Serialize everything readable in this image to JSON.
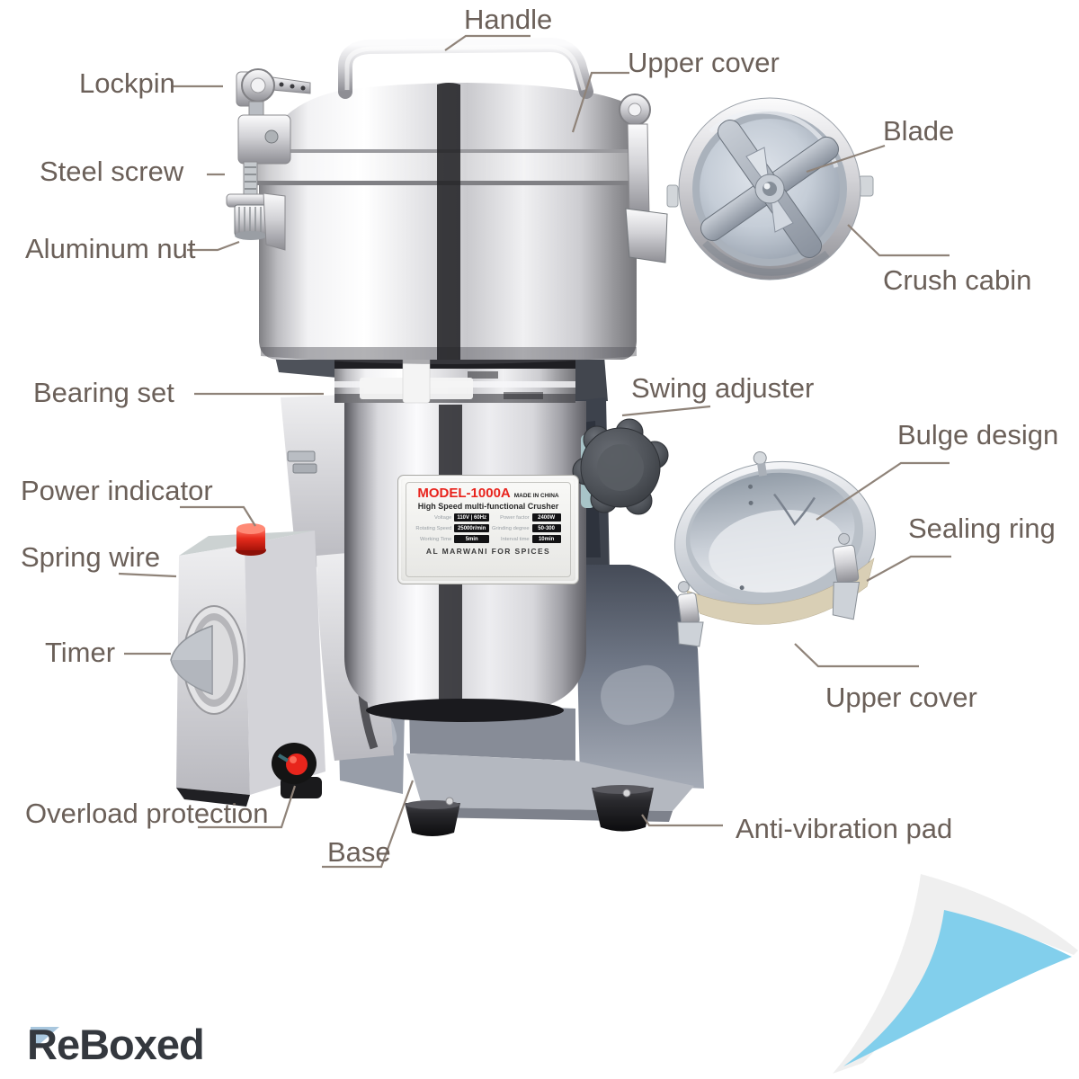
{
  "brand": {
    "logo_text": "ReBoxed"
  },
  "callouts": {
    "handle": "Handle",
    "upper_cover_top": "Upper cover",
    "lockpin": "Lockpin",
    "blade": "Blade",
    "steel_screw": "Steel screw",
    "aluminum_nut": "Aluminum nut",
    "crush_cabin": "Crush cabin",
    "bearing_set": "Bearing set",
    "swing_adjuster": "Swing adjuster",
    "bulge_design": "Bulge design",
    "power_indicator": "Power indicator",
    "sealing_ring": "Sealing ring",
    "spring_wire": "Spring wire",
    "timer": "Timer",
    "upper_cover_side": "Upper cover",
    "overload_protection": "Overload protection",
    "base": "Base",
    "anti_vibration_pad": "Anti-vibration pad"
  },
  "nameplate": {
    "model": "MODEL-1000A",
    "origin": "MADE IN CHINA",
    "subtitle": "High Speed multi-functional Crusher",
    "specs": [
      {
        "label": "Voltage",
        "value": "110V | 60Hz"
      },
      {
        "label": "Power factor",
        "value": "2400W"
      },
      {
        "label": "Rotating Speed",
        "value": "25000r/min"
      },
      {
        "label": "Grinding degree",
        "value": "50-300"
      },
      {
        "label": "Working Time",
        "value": "5min"
      },
      {
        "label": "Interval time",
        "value": "10min"
      }
    ],
    "footer": "AL MARWANI FOR SPICES"
  },
  "colors": {
    "label_text": "#6b6059",
    "leader_line": "#8f8379",
    "accent_red": "#e8231c",
    "curl_blue": "#82cfec",
    "logo_dark": "#34383e"
  }
}
